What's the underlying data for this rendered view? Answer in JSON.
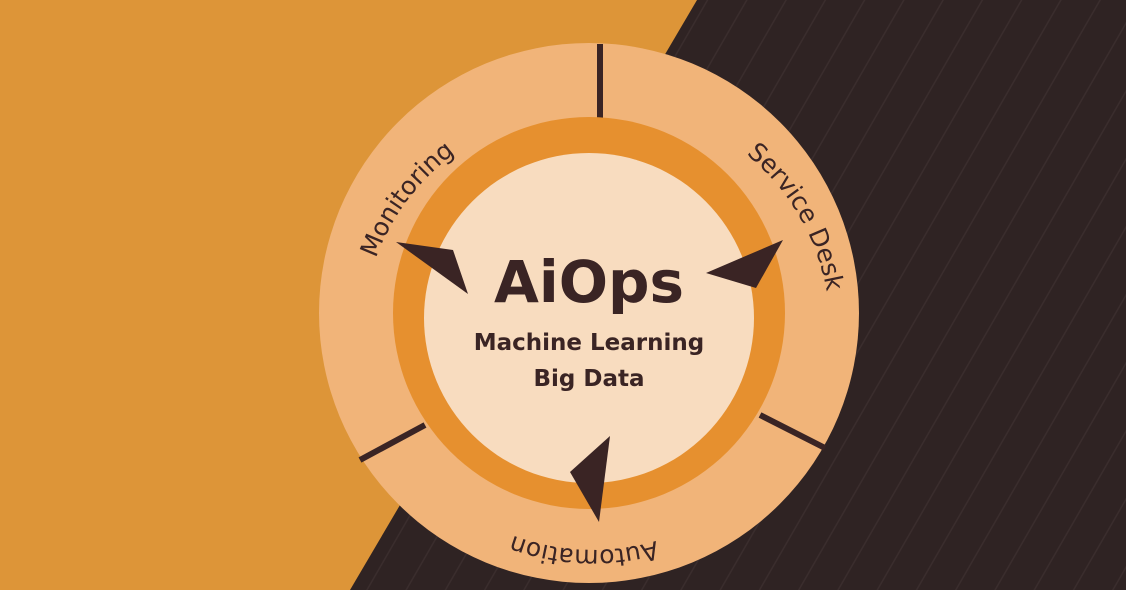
{
  "colors": {
    "background_left": "#dd9538",
    "background_right": "#2f2323",
    "outer_ring": "#f1b479",
    "middle_ring": "#e6902f",
    "center_disc": "#f8dcbf",
    "text_and_arrows": "#3a2424"
  },
  "center": {
    "title": "AiOps",
    "line1": "Machine Learning",
    "line2": "Big Data"
  },
  "segments": {
    "monitoring": "Monitoring",
    "service_desk": "Service Desk",
    "automation": "Automation"
  },
  "icons": {
    "arrow_top_left": "arrowhead-icon",
    "arrow_top_right": "arrowhead-icon",
    "arrow_bottom": "arrowhead-icon"
  }
}
